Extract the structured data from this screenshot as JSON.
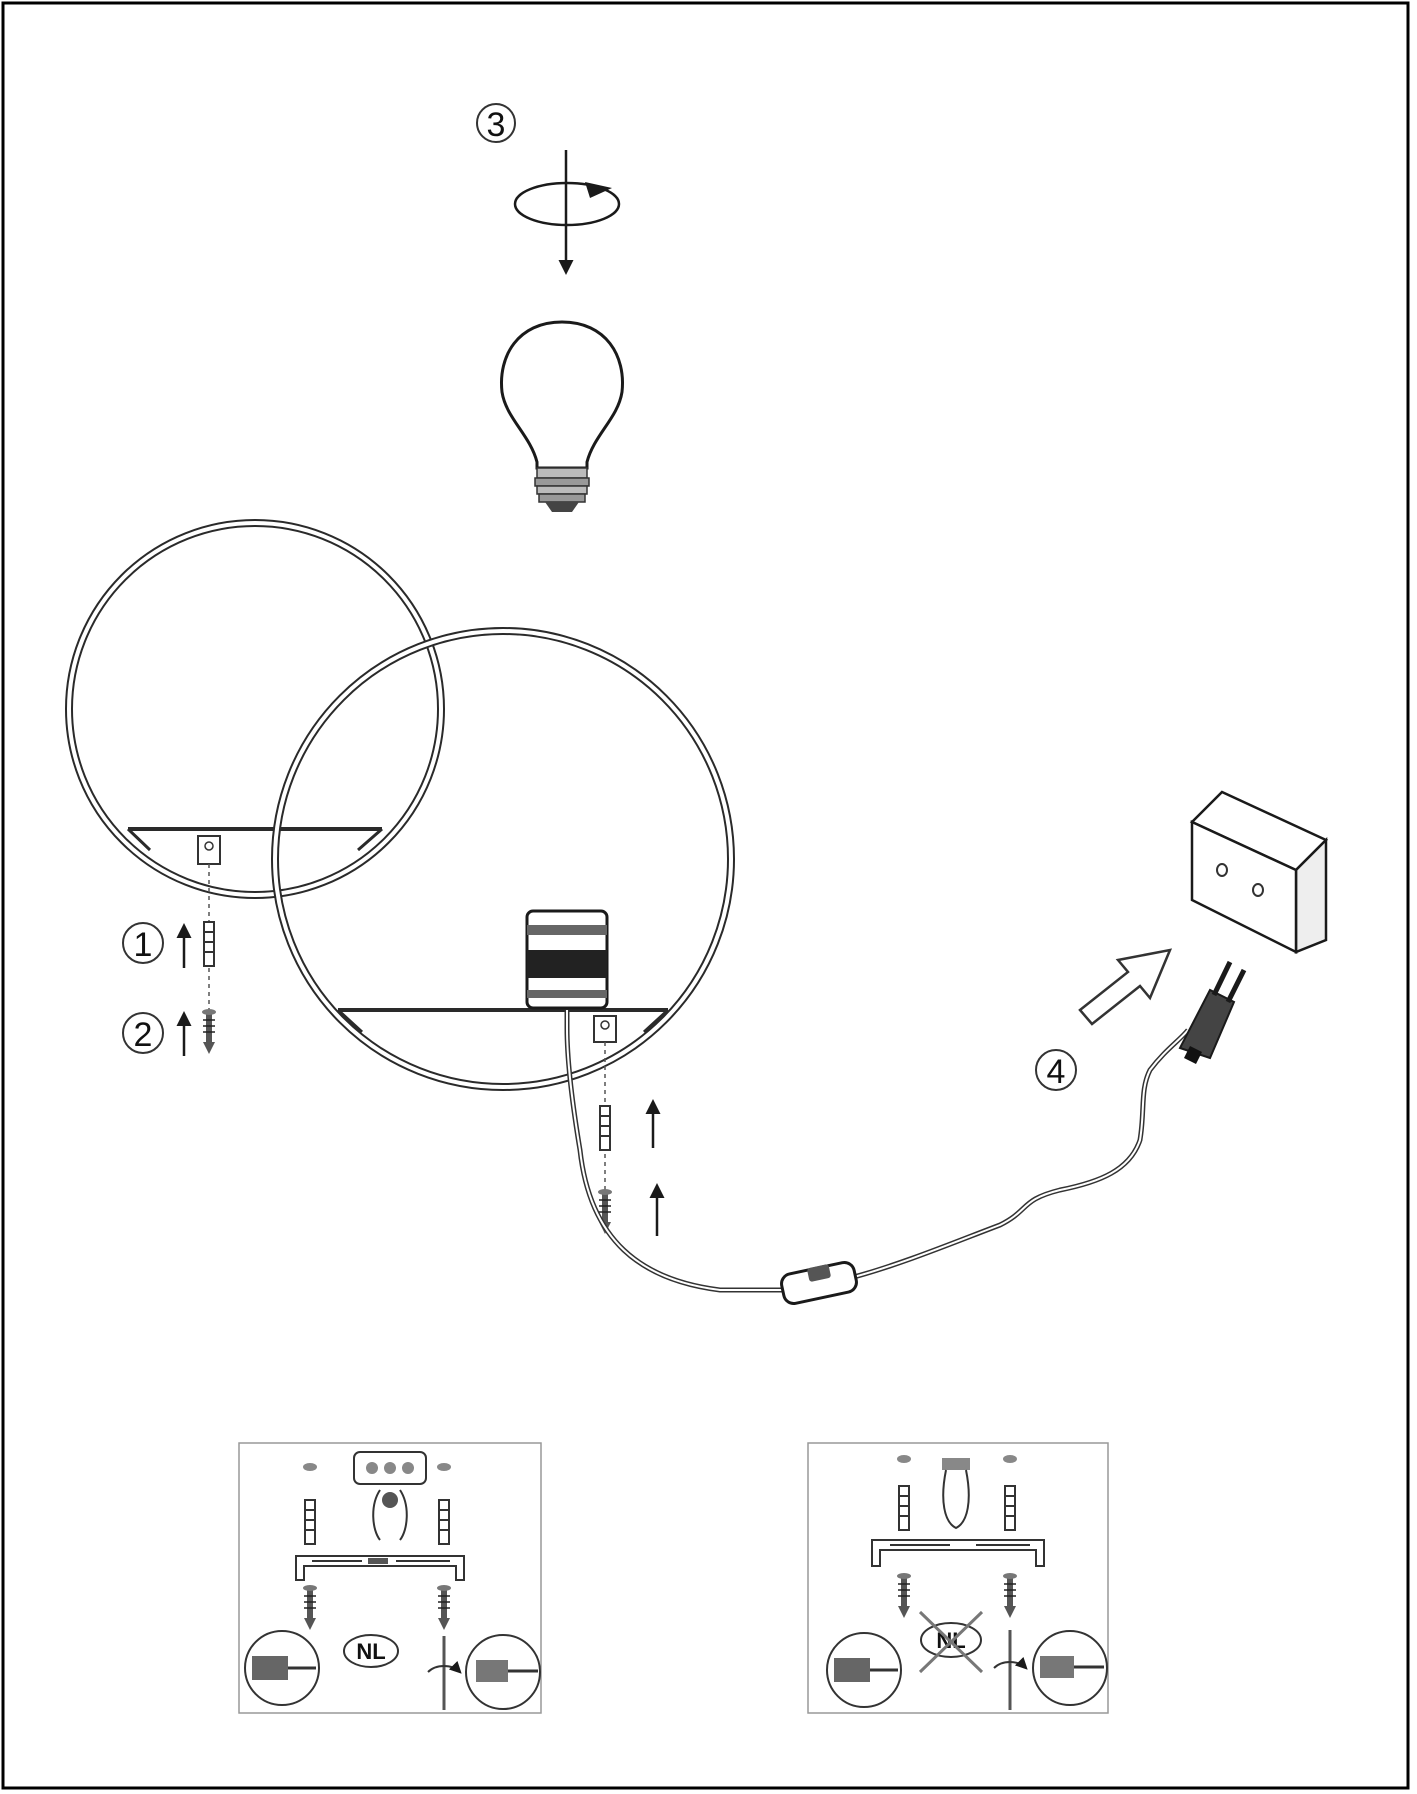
{
  "steps": [
    {
      "id": "1",
      "label": "1"
    },
    {
      "id": "2",
      "label": "2"
    },
    {
      "id": "3",
      "label": "3"
    },
    {
      "id": "4",
      "label": "4"
    }
  ],
  "inset_left": {
    "badge": "NL",
    "crossed": false
  },
  "inset_right": {
    "badge": "NL",
    "crossed": true
  },
  "colors": {
    "line": "#1a1a1a",
    "frame": "#000000",
    "background": "#ffffff"
  },
  "icons": [
    "bulb-icon",
    "rotate-arrow-icon",
    "socket-icon",
    "wall-plug-icon",
    "power-plug-icon",
    "cord-switch-icon",
    "screw-icon",
    "wall-anchor-icon",
    "arrow-up-icon"
  ]
}
